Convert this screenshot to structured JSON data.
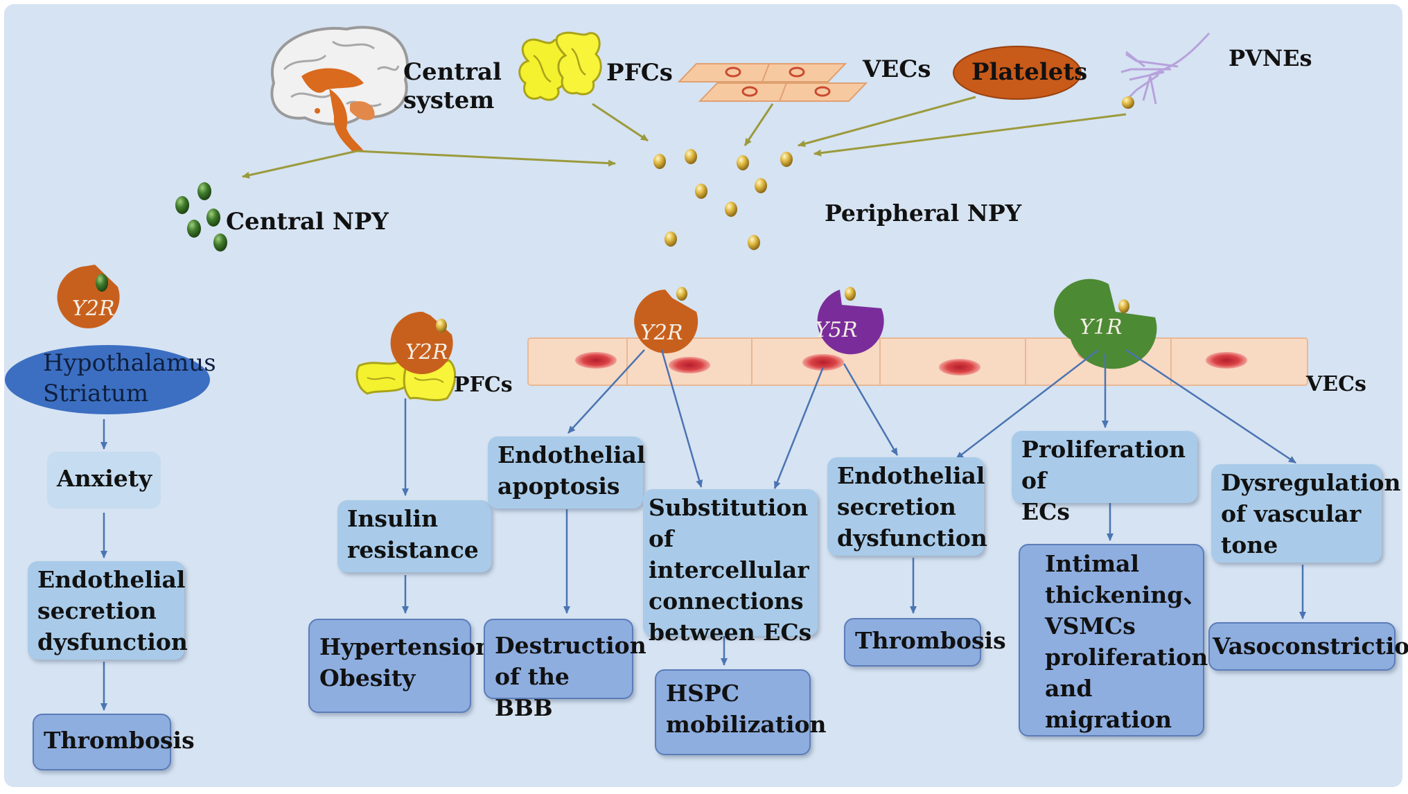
{
  "sources": {
    "central_system": "Central\nsystem",
    "pfcs": "PFCs",
    "vecs": "VECs",
    "platelets": "Platelets",
    "pvnes": "PVNEs"
  },
  "npy": {
    "central": "Central NPY",
    "peripheral": "Peripheral NPY"
  },
  "receptors": {
    "y2r": "Y2R",
    "y5r": "Y5R",
    "y1r": "Y1R"
  },
  "cells": {
    "pfcs": "PFCs",
    "vecs": "VECs"
  },
  "central_pathway": {
    "region": "Hypothalamus\nStriatum",
    "steps": [
      "Anxiety",
      "Endothelial\nsecretion\ndysfunction",
      "Thrombosis"
    ]
  },
  "peripheral_boxes": {
    "insulin": "Insulin\nresistance",
    "hypertension": "Hypertension\nObesity",
    "apoptosis": "Endothelial\napoptosis",
    "bbb": "Destruction\nof the BBB",
    "substitution": "Substitution of\nintercellular\nconnections\nbetween ECs",
    "hspc": "HSPC\nmobilization",
    "secretion": "Endothelial\nsecretion\ndysfunction",
    "thrombosis": "Thrombosis",
    "proliferation": "Proliferation of\nECs",
    "intimal": "Intimal\nthickening、\nVSMCs\nproliferation\nand\nmigration",
    "dysregulation": "Dysregulation\nof vascular\ntone",
    "vasoconstriction": "Vasoconstriction"
  },
  "colors": {
    "background": "#d6e3f2",
    "box_light": "#a9cbe9",
    "box_dark": "#8eaee0",
    "arrow_blue": "#4a74b2",
    "arrow_olive": "#9b9a3c",
    "y2r": "#c8601d",
    "y5r": "#7a2d9a",
    "y1r": "#4d8a34",
    "npy_peripheral": "#d9b23a",
    "npy_central": "#3f7a2c",
    "brain_region": "#3c6fc2",
    "platelets": "#c85a1a",
    "pfc": "#f2ef24",
    "vec": "#f7c9a1",
    "nucleus": "#d94245"
  },
  "icons": [
    "brain-icon",
    "pfc-cell-icon",
    "vec-cells-icon",
    "nerve-ending-icon",
    "npy-particle-icon"
  ]
}
